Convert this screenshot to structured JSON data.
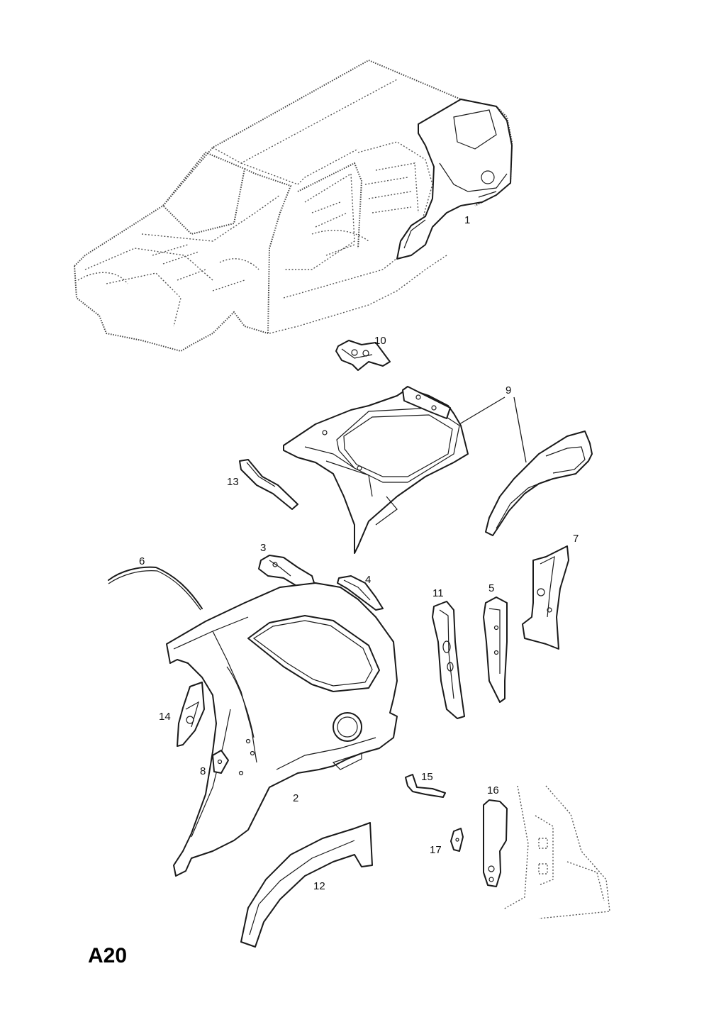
{
  "page": {
    "code": "A20"
  },
  "colors": {
    "line": "#1a1a1a",
    "ghost_line": "#555555",
    "background": "#ffffff"
  },
  "callouts": {
    "c1": "1",
    "c2": "2",
    "c3": "3",
    "c4": "4",
    "c5": "5",
    "c6": "6",
    "c7": "7",
    "c8": "8",
    "c9": "9",
    "c10": "10",
    "c11": "11",
    "c12": "12",
    "c13": "13",
    "c14": "14",
    "c15": "15",
    "c16": "16",
    "c17": "17"
  }
}
